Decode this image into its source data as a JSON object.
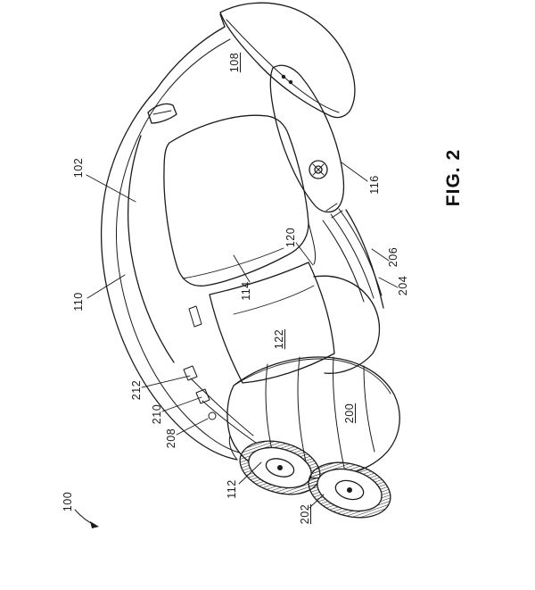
{
  "figure": {
    "label": "FIG. 2"
  },
  "labels": [
    {
      "id": "100",
      "text": "100",
      "underlined": false
    },
    {
      "id": "102",
      "text": "102",
      "underlined": false
    },
    {
      "id": "108",
      "text": "108",
      "underlined": true
    },
    {
      "id": "110",
      "text": "110",
      "underlined": false
    },
    {
      "id": "112",
      "text": "112",
      "underlined": false
    },
    {
      "id": "114",
      "text": "114",
      "underlined": false
    },
    {
      "id": "116",
      "text": "116",
      "underlined": false
    },
    {
      "id": "120",
      "text": "120",
      "underlined": false
    },
    {
      "id": "122",
      "text": "122",
      "underlined": true
    },
    {
      "id": "200",
      "text": "200",
      "underlined": true
    },
    {
      "id": "202",
      "text": "202",
      "underlined": true
    },
    {
      "id": "204",
      "text": "204",
      "underlined": false
    },
    {
      "id": "206",
      "text": "206",
      "underlined": false
    },
    {
      "id": "208",
      "text": "208",
      "underlined": false
    },
    {
      "id": "210",
      "text": "210",
      "underlined": false
    },
    {
      "id": "212",
      "text": "212",
      "underlined": false
    }
  ],
  "drawing": {
    "ink_color": "#1b1b1b",
    "background_color": "#ffffff"
  }
}
